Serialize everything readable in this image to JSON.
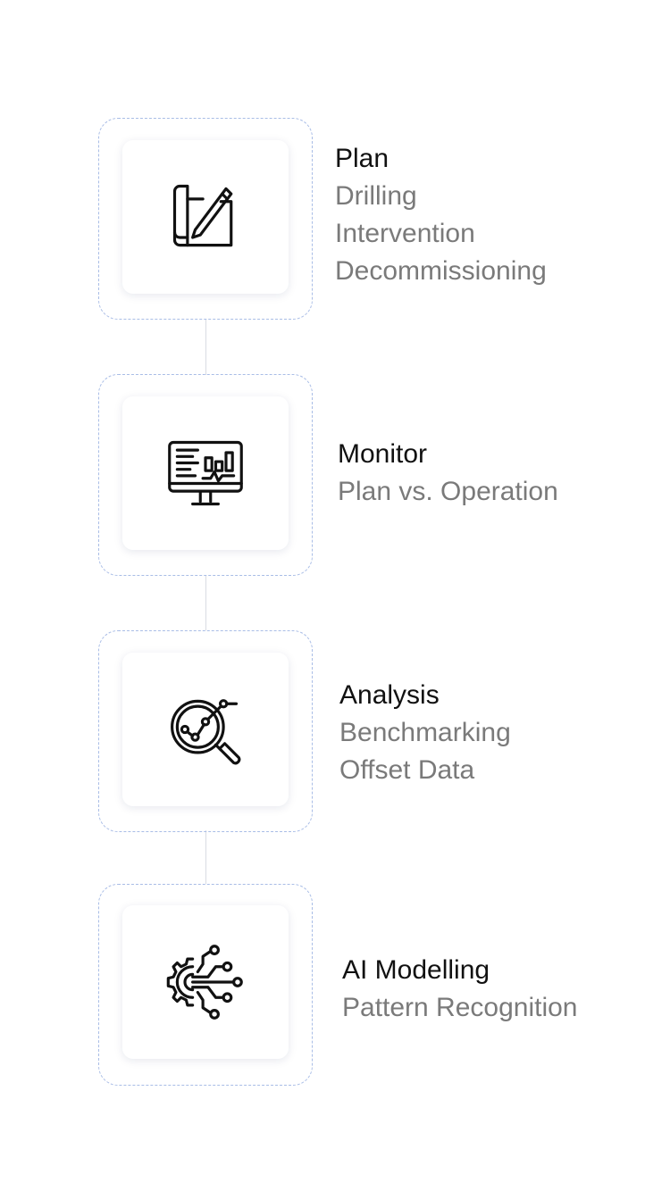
{
  "steps": [
    {
      "title": "Plan",
      "items": [
        "Drilling",
        "Intervention",
        "Decommissioning"
      ],
      "icon": "blueprint-pen-icon"
    },
    {
      "title": "Monitor",
      "items": [
        "Plan vs. Operation"
      ],
      "icon": "monitor-dashboard-icon"
    },
    {
      "title": "Analysis",
      "items": [
        "Benchmarking",
        "Offset Data"
      ],
      "icon": "magnifier-chart-icon"
    },
    {
      "title": "AI Modelling",
      "items": [
        "Pattern Recognition"
      ],
      "icon": "gear-circuit-icon"
    }
  ],
  "colors": {
    "frame_dash": "#a9bde6",
    "connector": "#d9dce3",
    "title": "#111111",
    "subtitle": "#7a7a7a"
  }
}
